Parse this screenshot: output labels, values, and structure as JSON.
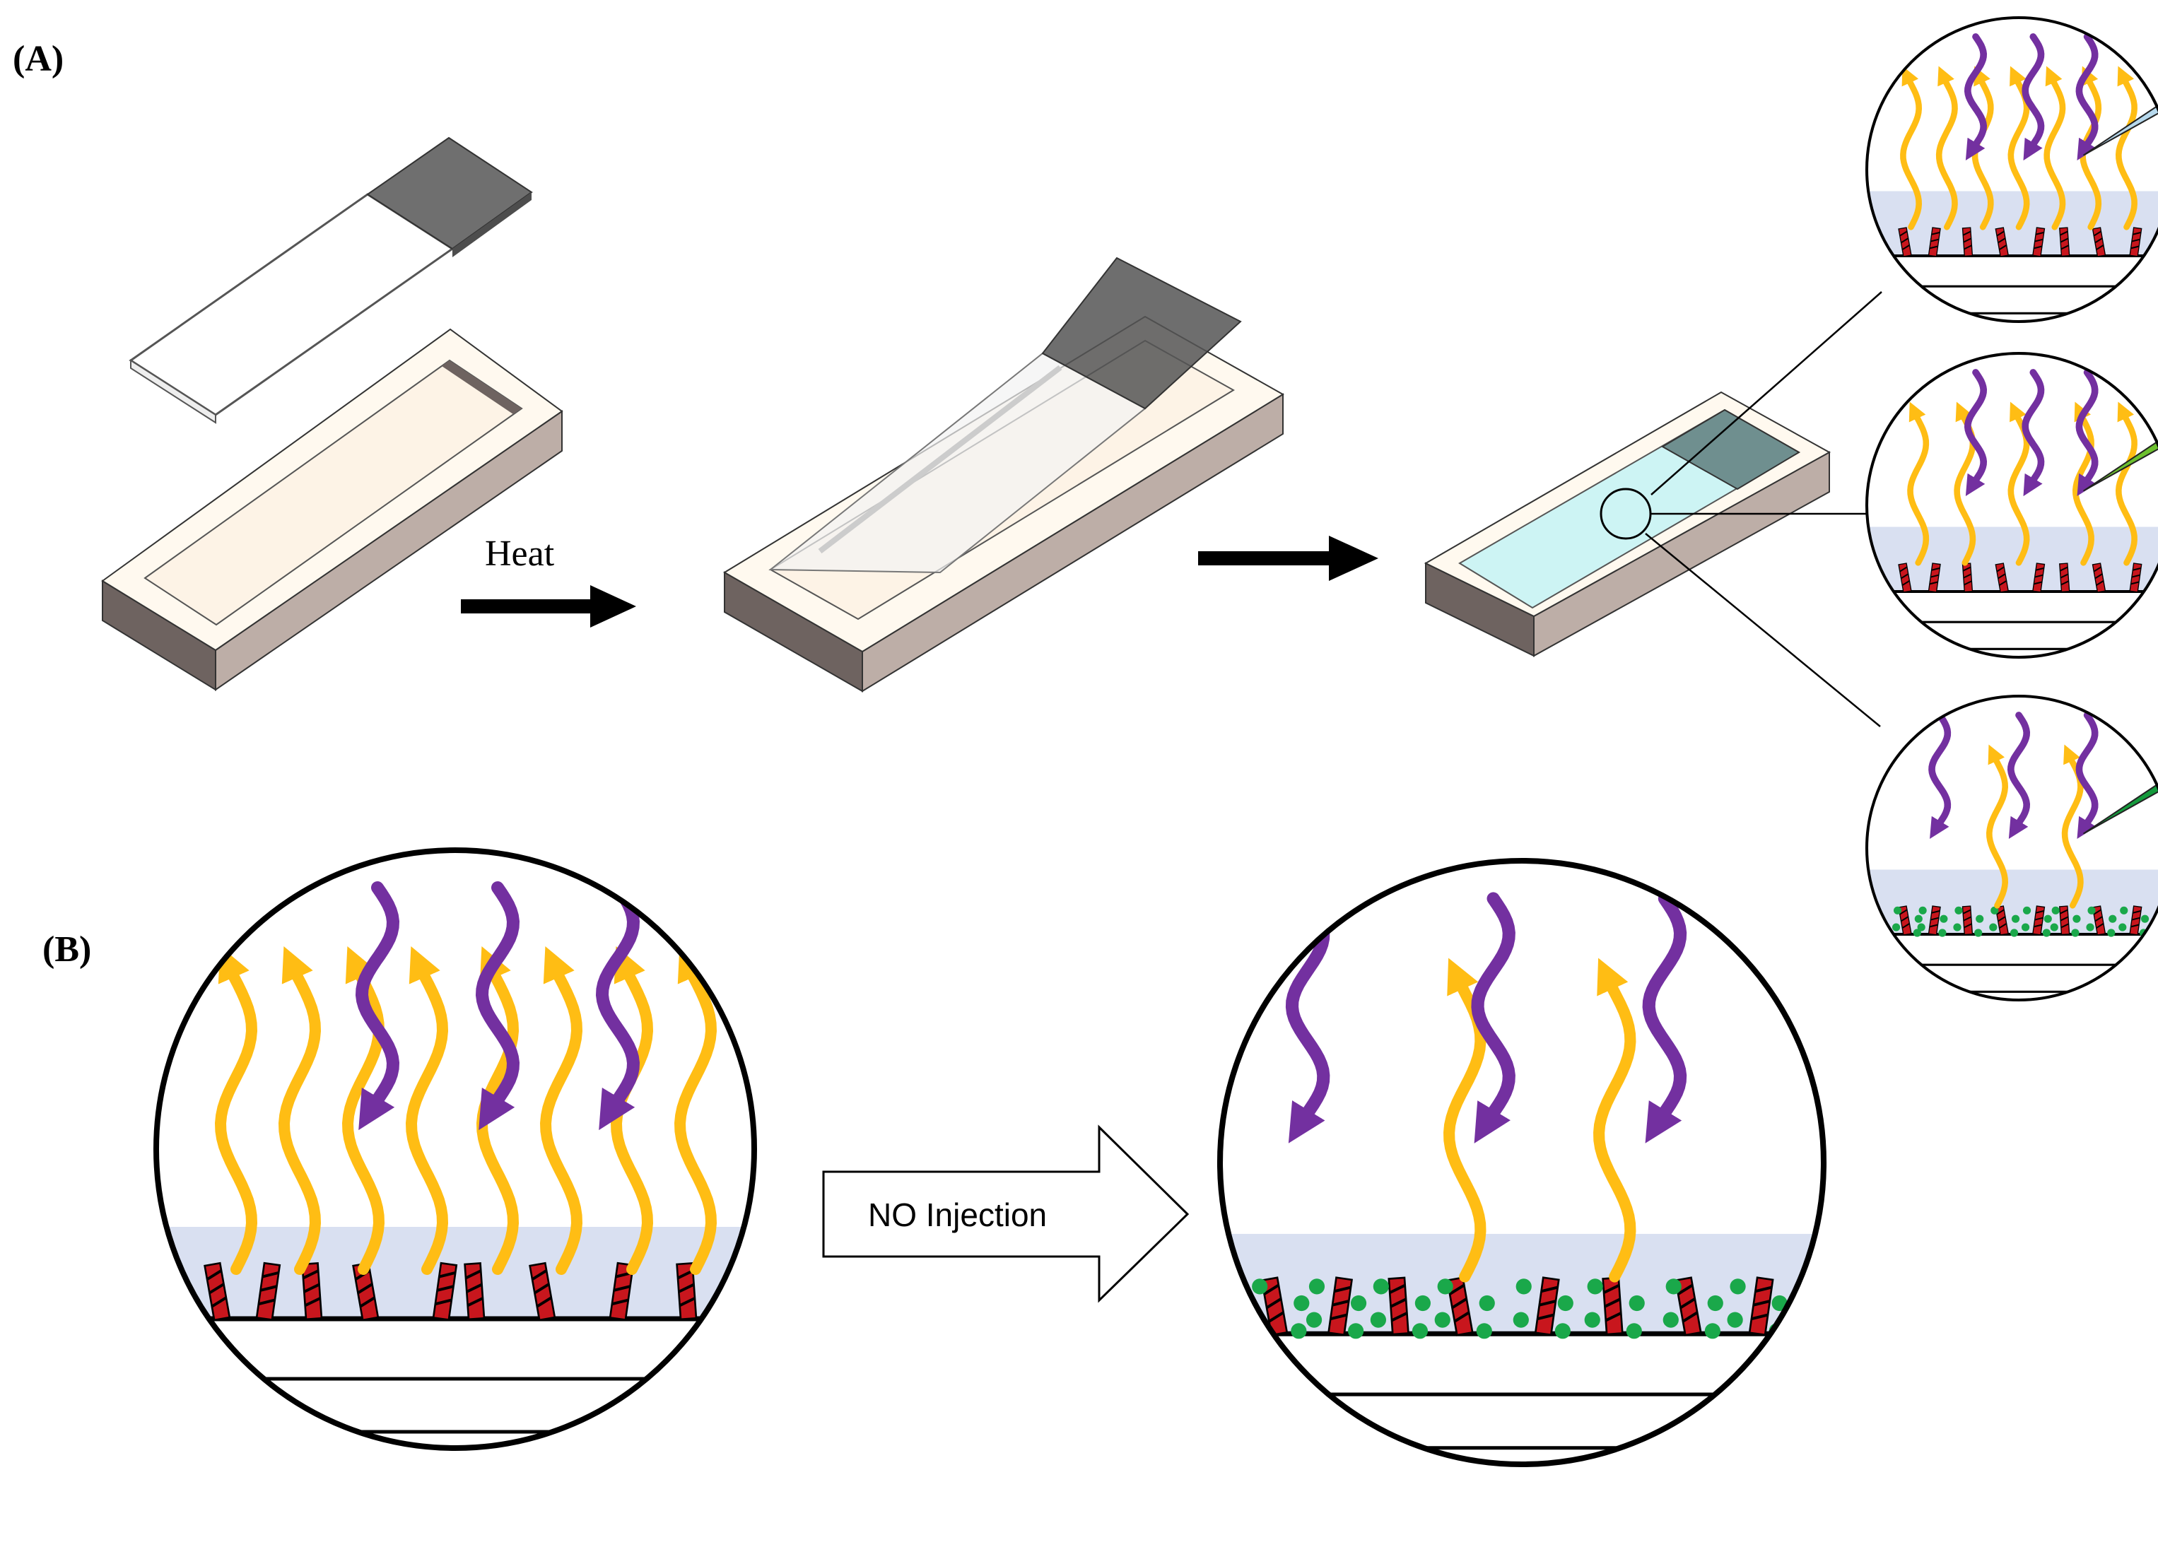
{
  "panel_a": {
    "label": "(A)",
    "heat_label": "Heat"
  },
  "panel_b": {
    "label": "(B)",
    "arrow_label": "NO Injection"
  },
  "colors": {
    "tray_top": "#fff9ef",
    "tray_inner": "#fdf3e6",
    "tray_side_dark": "#6e6360",
    "tray_side_light": "#bdaea7",
    "slide_gray": "#6f6f6f",
    "solution_cyan": "#cdf4f4",
    "film_blue": "#d9e0f1",
    "purple_wave": "#7330a0",
    "yellow_wave": "#ffbd14",
    "nanotube_red": "#c8161d",
    "no_green": "#1aa84a",
    "needle_blue": "#b6d8ec",
    "needle_lime": "#6cc02e",
    "needle_green": "#149a3c"
  },
  "icons": [
    "purple-excitation-wave-icon",
    "yellow-emission-wave-icon",
    "nanotube-icon",
    "no-molecule-icon",
    "needle-icon"
  ]
}
